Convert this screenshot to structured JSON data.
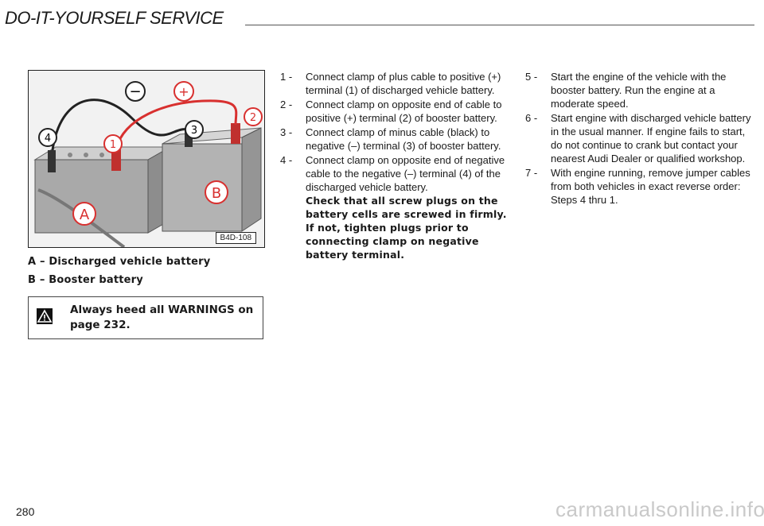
{
  "header": {
    "title": "DO-IT-YOURSELF SERVICE"
  },
  "figure": {
    "code": "B4D-108",
    "labels": {
      "minus": "−",
      "plus": "+",
      "n1": "1",
      "n2": "2",
      "n3": "3",
      "n4": "4",
      "a": "A",
      "b": "B"
    }
  },
  "captions": {
    "a": "A – Discharged vehicle battery",
    "b": "B – Booster battery"
  },
  "warning": {
    "text": "Always heed all WARNINGS on page 232."
  },
  "steps": [
    {
      "num": "1 -",
      "text": "Connect clamp of plus cable to positive (+) terminal (1) of discharged vehicle battery."
    },
    {
      "num": "2 -",
      "text": "Connect clamp on opposite end of cable to positive (+) terminal (2) of booster battery."
    },
    {
      "num": "3 -",
      "text": "Connect clamp of minus cable (black) to negative (–) terminal (3) of booster battery."
    },
    {
      "num": "4 -",
      "text": "Connect clamp on opposite end of negative cable to the negative (–) terminal (4) of the discharged vehicle battery.",
      "bold": "Check that all screw plugs on the battery cells are screwed in firmly. If not, tighten plugs prior to connecting clamp on negative battery terminal."
    },
    {
      "num": "5 -",
      "text": "Start the engine of the vehicle with the booster battery. Run the engine at a moderate speed."
    },
    {
      "num": "6 -",
      "text": "Start engine with discharged vehicle battery in the usual manner. If engine fails to start, do not continue to crank but contact your nearest Audi Dealer or qualified workshop."
    },
    {
      "num": "7 -",
      "text": "With engine running, remove jumper cables from both vehicles in exact reverse order: Steps 4 thru 1."
    }
  ],
  "page_number": "280",
  "watermark": "carmanualsonline.info",
  "colors": {
    "cable_red": "#d8302f",
    "accent_red": "#d8302f"
  }
}
